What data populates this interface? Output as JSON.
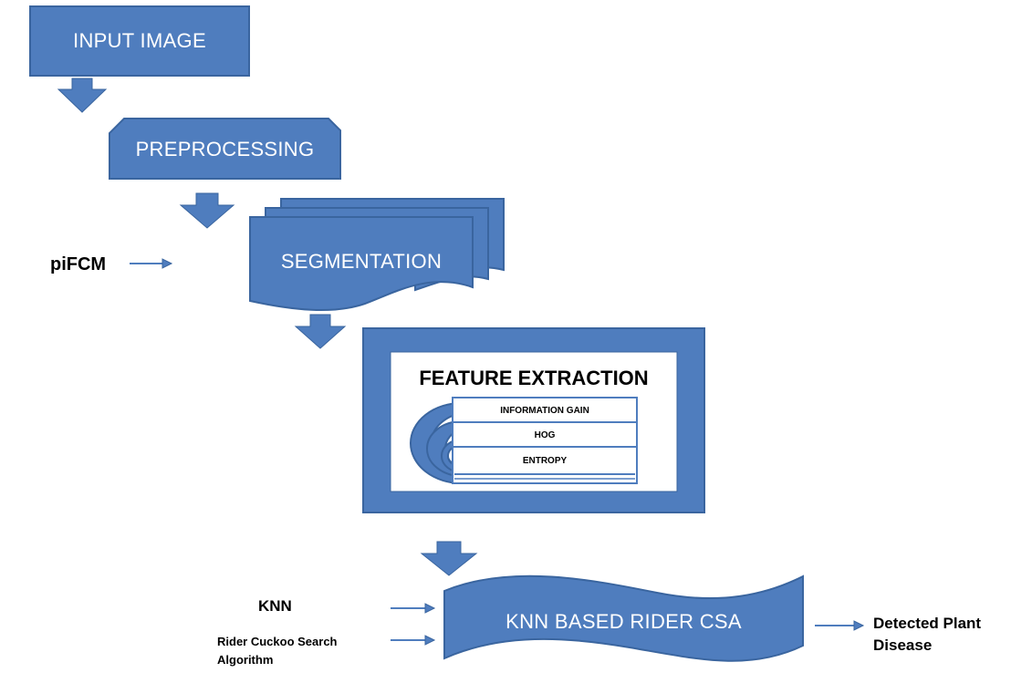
{
  "diagram": {
    "colors": {
      "fill": "#4f7dbe",
      "stroke": "#3a659f",
      "arrow": "#4f7dbe",
      "text_on_fill": "#ffffff",
      "side_text": "#000000"
    },
    "steps": {
      "input_image": "INPUT IMAGE",
      "preprocessing": "PREPROCESSING",
      "segmentation": "SEGMENTATION",
      "classifier": "KNN BASED RIDER CSA"
    },
    "feature_extraction": {
      "title": "FEATURE EXTRACTION",
      "items": [
        "INFORMATION GAIN",
        "HOG",
        "ENTROPY"
      ]
    },
    "side_labels": {
      "segmentation_input": "piFCM",
      "classifier_input_1": "KNN",
      "classifier_input_2_line1": "Rider Cuckoo Search",
      "classifier_input_2_line2": "Algorithm",
      "output_line1": "Detected Plant",
      "output_line2": "Disease"
    }
  }
}
